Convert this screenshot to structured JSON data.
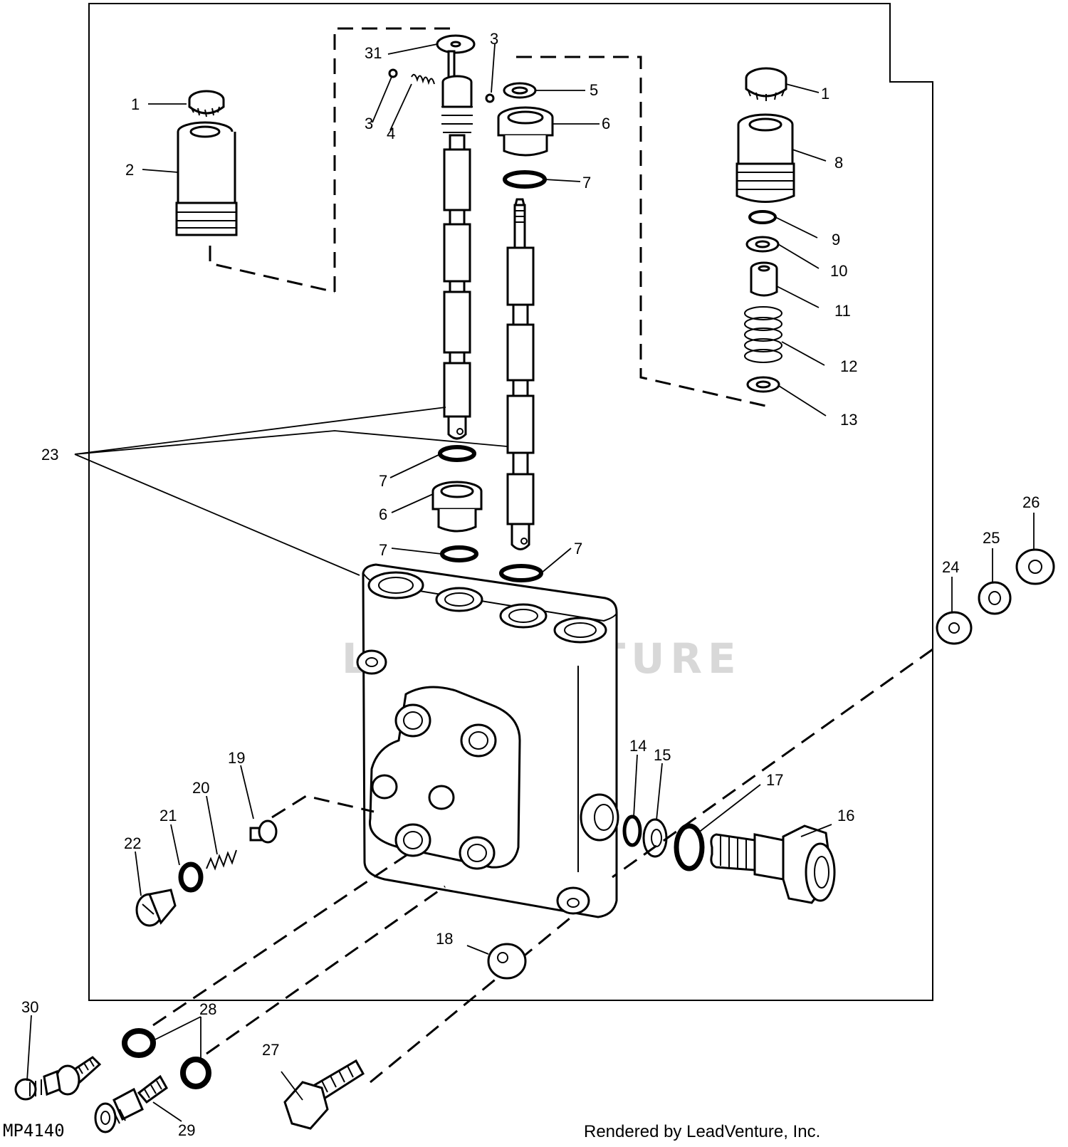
{
  "figure_id": "MP4140",
  "credit": "Rendered by LeadVenture, Inc.",
  "watermark": "LEADVENTURE",
  "callouts": [
    {
      "key": "c1a",
      "text": "1"
    },
    {
      "key": "c2",
      "text": "2"
    },
    {
      "key": "c31",
      "text": "31"
    },
    {
      "key": "c3a",
      "text": "3"
    },
    {
      "key": "c3b",
      "text": "3"
    },
    {
      "key": "c4",
      "text": "4"
    },
    {
      "key": "c5",
      "text": "5"
    },
    {
      "key": "c6a",
      "text": "6"
    },
    {
      "key": "c7a",
      "text": "7"
    },
    {
      "key": "c1b",
      "text": "1"
    },
    {
      "key": "c8",
      "text": "8"
    },
    {
      "key": "c9",
      "text": "9"
    },
    {
      "key": "c10",
      "text": "10"
    },
    {
      "key": "c11",
      "text": "11"
    },
    {
      "key": "c12",
      "text": "12"
    },
    {
      "key": "c13",
      "text": "13"
    },
    {
      "key": "c23",
      "text": "23"
    },
    {
      "key": "c7b",
      "text": "7"
    },
    {
      "key": "c6b",
      "text": "6"
    },
    {
      "key": "c7c",
      "text": "7"
    },
    {
      "key": "c7d",
      "text": "7"
    },
    {
      "key": "c26",
      "text": "26"
    },
    {
      "key": "c25",
      "text": "25"
    },
    {
      "key": "c24",
      "text": "24"
    },
    {
      "key": "c14",
      "text": "14"
    },
    {
      "key": "c15",
      "text": "15"
    },
    {
      "key": "c17",
      "text": "17"
    },
    {
      "key": "c16",
      "text": "16"
    },
    {
      "key": "c19",
      "text": "19"
    },
    {
      "key": "c20",
      "text": "20"
    },
    {
      "key": "c21",
      "text": "21"
    },
    {
      "key": "c22",
      "text": "22"
    },
    {
      "key": "c18",
      "text": "18"
    },
    {
      "key": "c30",
      "text": "30"
    },
    {
      "key": "c28",
      "text": "28"
    },
    {
      "key": "c27",
      "text": "27"
    },
    {
      "key": "c29",
      "text": "29"
    }
  ]
}
